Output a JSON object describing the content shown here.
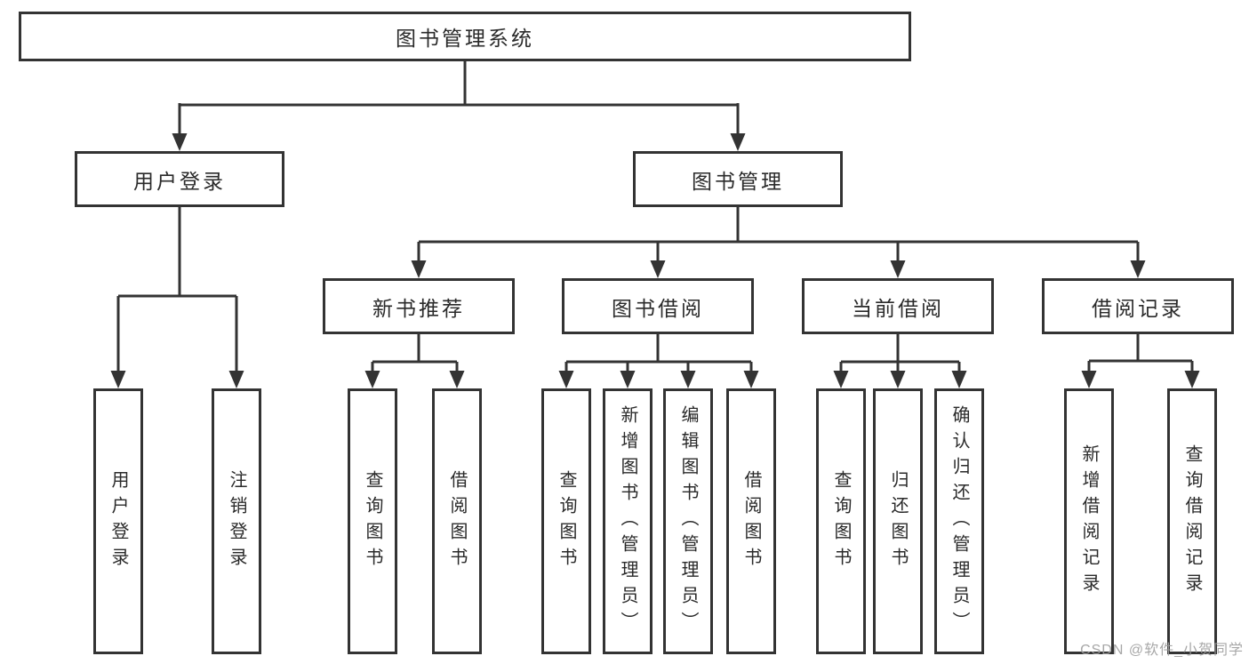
{
  "root": {
    "label": "图书管理系统"
  },
  "branches": [
    {
      "label": "用户登录",
      "children": [
        {
          "label": "用户登录"
        },
        {
          "label": "注销登录"
        }
      ]
    },
    {
      "label": "图书管理",
      "children": [
        {
          "label": "新书推荐",
          "children": [
            {
              "label": "查询图书"
            },
            {
              "label": "借阅图书"
            }
          ]
        },
        {
          "label": "图书借阅",
          "children": [
            {
              "label": "查询图书"
            },
            {
              "label": "新增图书（管理员）"
            },
            {
              "label": "编辑图书（管理员）"
            },
            {
              "label": "借阅图书"
            }
          ]
        },
        {
          "label": "当前借阅",
          "children": [
            {
              "label": "查询图书"
            },
            {
              "label": "归还图书"
            },
            {
              "label": "确认归还（管理员）"
            }
          ]
        },
        {
          "label": "借阅记录",
          "children": [
            {
              "label": "新增借阅记录"
            },
            {
              "label": "查询借阅记录"
            }
          ]
        }
      ]
    }
  ],
  "watermark": {
    "text": "CSDN @软件_小贺同学"
  },
  "colors": {
    "line": "#333333",
    "box_border": "#333333",
    "box_fill": "#ffffff",
    "text": "#2a2a2a",
    "watermark": "#9e9e9e",
    "background": "#ffffff"
  }
}
